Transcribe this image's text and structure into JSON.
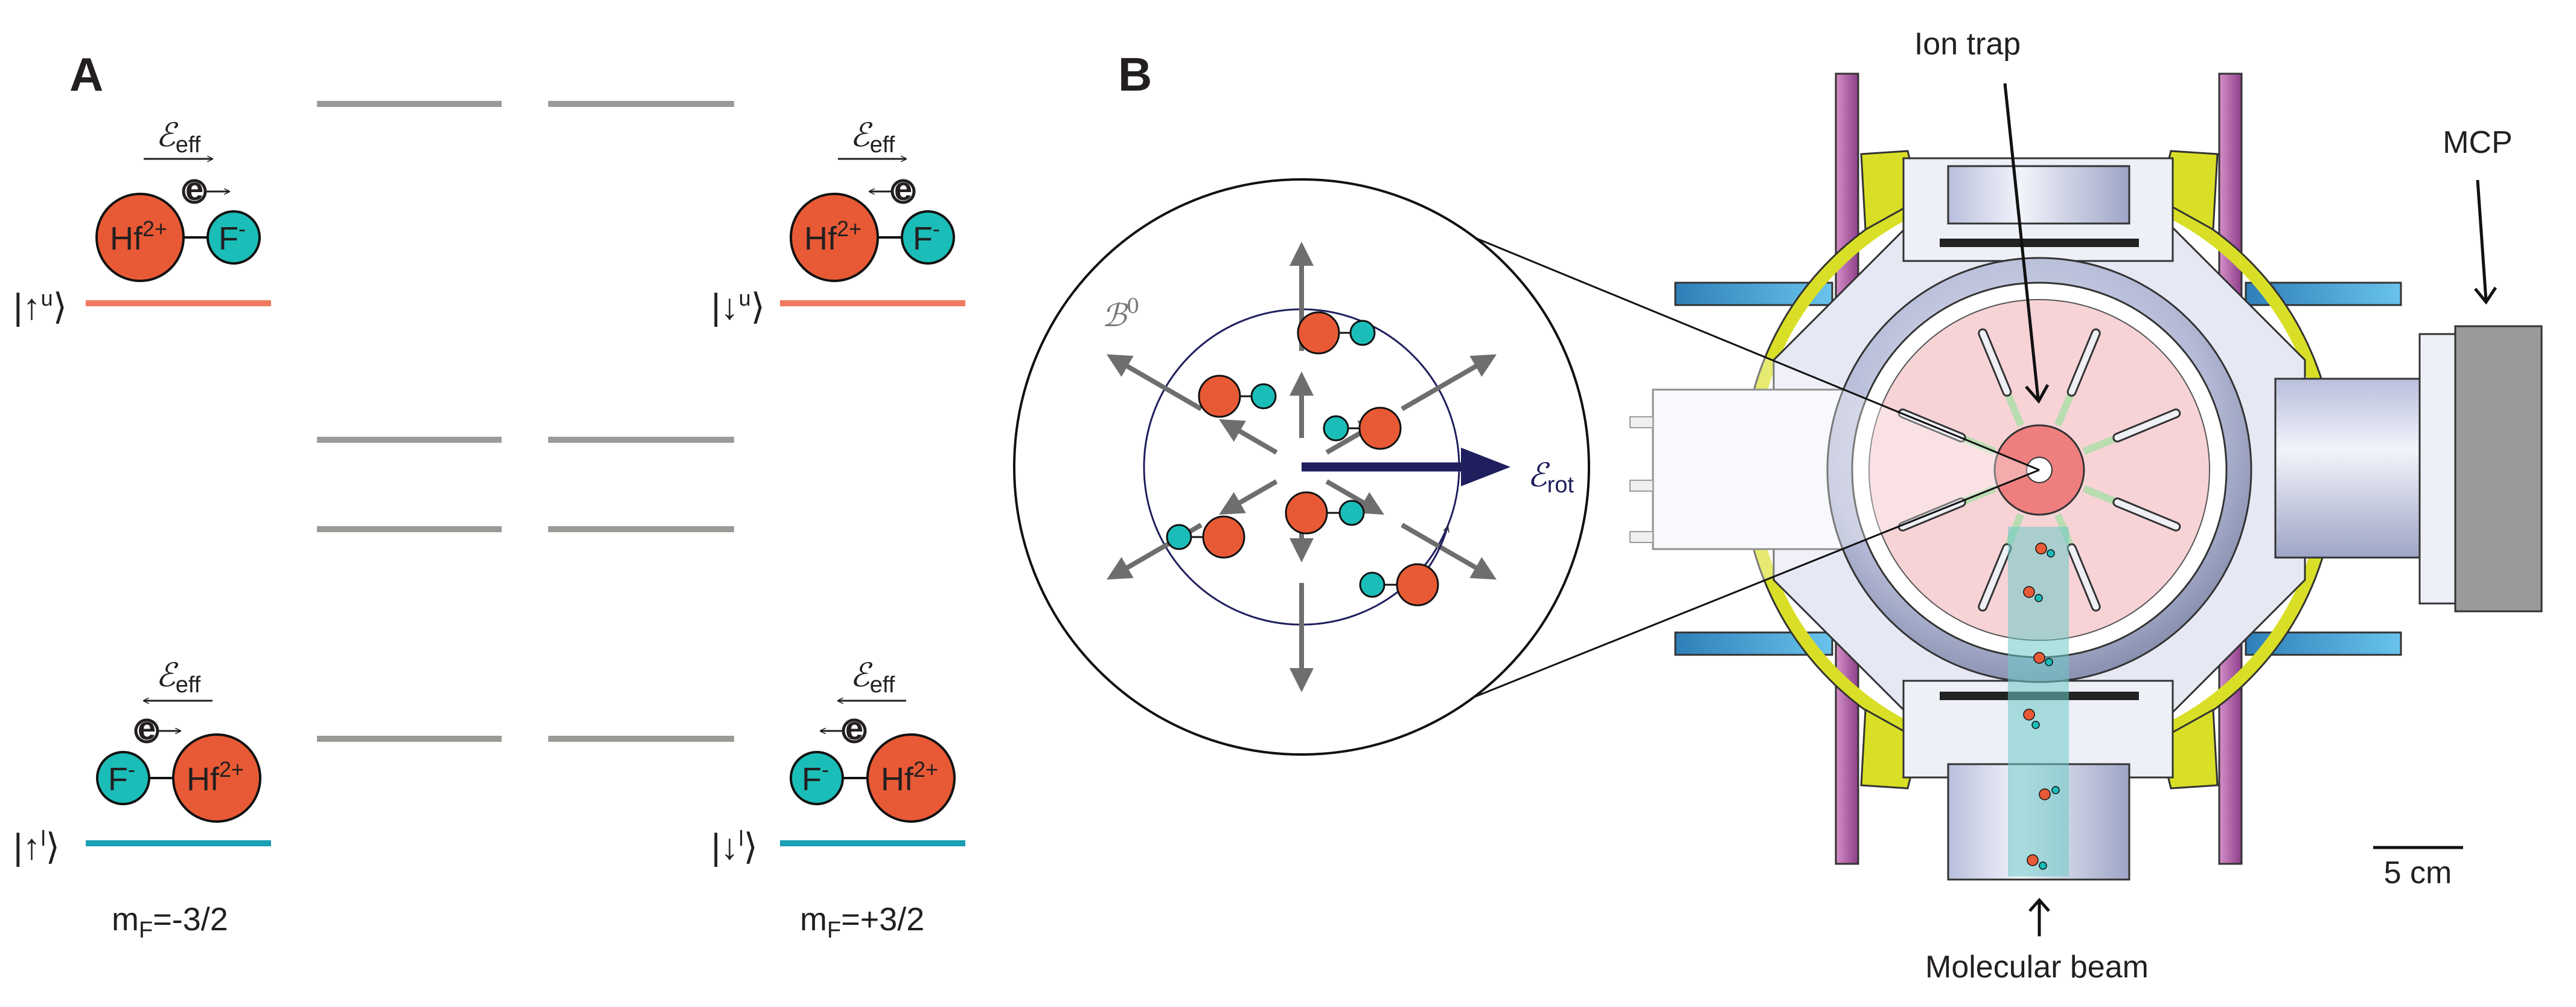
{
  "panels": {
    "a": "A",
    "b": "B"
  },
  "panel_a": {
    "molecule": {
      "hf": "Hf",
      "hf_charge": "2+",
      "f": "F",
      "f_charge": "-"
    },
    "field_label": {
      "symbol": "ℰ",
      "sub": "eff"
    },
    "electron_label": "e",
    "states": [
      {
        "open": "|",
        "arrow": "↑",
        "sup": "u",
        "close": "⟩"
      },
      {
        "open": "|",
        "arrow": "↓",
        "sup": "u",
        "close": "⟩"
      },
      {
        "open": "|",
        "arrow": "↑",
        "sup": "l",
        "close": "⟩"
      },
      {
        "open": "|",
        "arrow": "↓",
        "sup": "l",
        "close": "⟩"
      }
    ],
    "mf_labels": [
      {
        "m": "m",
        "sub": "F",
        "value": "=-3/2"
      },
      {
        "m": "m",
        "sub": "F",
        "value": "=+3/2"
      }
    ],
    "colors": {
      "upper_level": "#f07a60",
      "lower_level": "#1a9fb5",
      "other_levels": "#9a9a96",
      "hf": "#e85a35",
      "f": "#1bbdb8"
    }
  },
  "panel_b": {
    "inset": {
      "b_field": {
        "symbol": "ℬ",
        "sup": "0"
      },
      "e_field": {
        "symbol": "ℰ",
        "sub": "rot"
      },
      "colors": {
        "e_field": "#1f1f5e",
        "arrows": "#6d6e6e"
      }
    },
    "labels": {
      "ion_trap": "Ion trap",
      "mcp": "MCP",
      "molecular_beam": "Molecular beam",
      "scale_bar": "5 cm"
    }
  }
}
